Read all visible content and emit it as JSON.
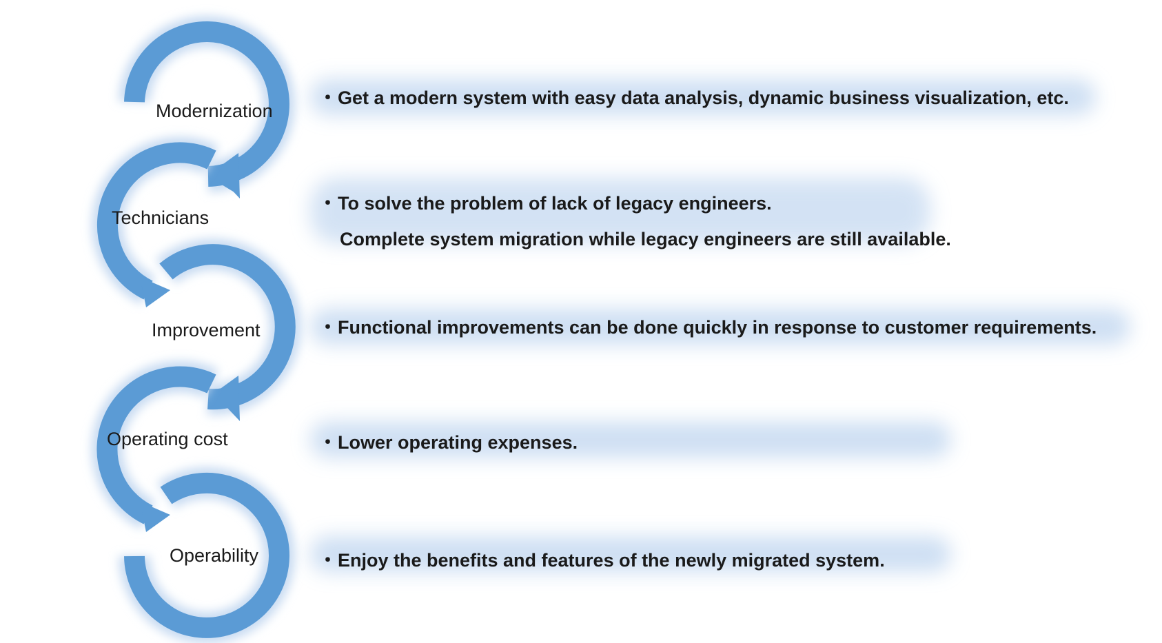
{
  "colors": {
    "arrow_fill": "#5b9bd5",
    "glow": "#c9dcf2",
    "text": "#1a1a1a"
  },
  "stages": [
    {
      "label": "Modernization",
      "bullet": "・",
      "lines": [
        "Get a modern system with easy data analysis, dynamic business visualization, etc."
      ]
    },
    {
      "label": "Technicians",
      "bullet": "・",
      "lines": [
        "To solve the problem of lack of legacy engineers.",
        "Complete system migration while legacy engineers are still available."
      ]
    },
    {
      "label": "Improvement",
      "bullet": "・",
      "lines": [
        "Functional improvements can be done quickly in response to customer requirements."
      ]
    },
    {
      "label": "Operating cost",
      "bullet": "・",
      "lines": [
        "Lower operating expenses."
      ]
    },
    {
      "label": "Operability",
      "bullet": "・",
      "lines": [
        "Enjoy the benefits and features of the newly migrated system."
      ]
    }
  ]
}
